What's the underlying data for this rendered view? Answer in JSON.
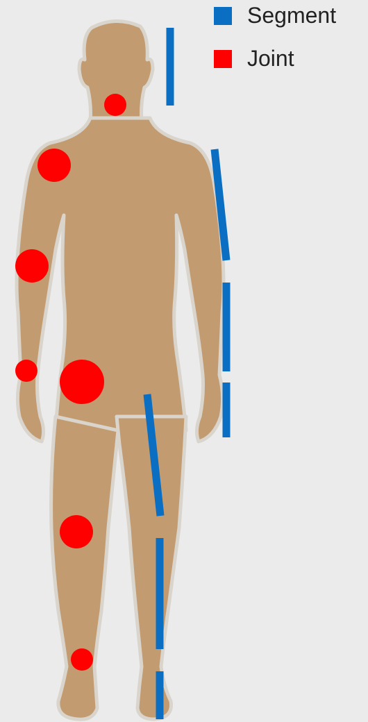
{
  "legend": {
    "items": [
      {
        "label": "Segment",
        "color": "#0a6fc2"
      },
      {
        "label": "Joint",
        "color": "#ff0000"
      }
    ]
  },
  "colors": {
    "skin": "#c39b70",
    "outline": "#d9d4cc",
    "background": "#ebebeb",
    "segment": "#0a6fc2",
    "joint": "#ff0000"
  },
  "figure": {
    "icon": "human-body-silhouette-front"
  }
}
